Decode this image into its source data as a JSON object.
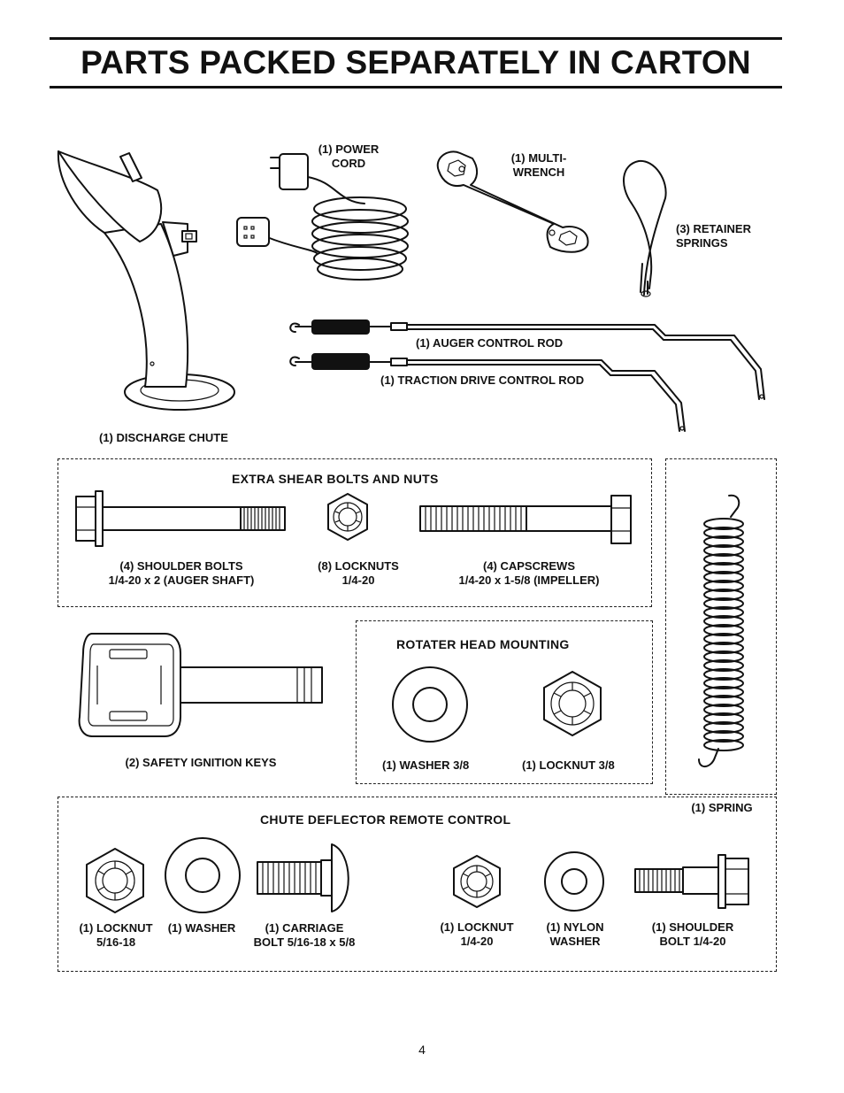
{
  "header": {
    "title": "PARTS PACKED SEPARATELY IN CARTON"
  },
  "parts": {
    "power_cord": [
      "(1) POWER",
      "CORD"
    ],
    "multi_wrench": [
      "(1) MULTI-",
      "WRENCH"
    ],
    "retainer_springs": [
      "(3) RETAINER",
      "SPRINGS"
    ],
    "auger_control_rod": "(1) AUGER CONTROL ROD",
    "traction_drive_control_rod": "(1) TRACTION DRIVE CONTROL ROD",
    "discharge_chute": "(1) DISCHARGE CHUTE",
    "safety_ignition_keys": "(2) SAFETY IGNITION KEYS",
    "spring": "(1) SPRING"
  },
  "extra_shear": {
    "title": "EXTRA SHEAR BOLTS AND NUTS",
    "shoulder_bolts": [
      "(4) SHOULDER BOLTS",
      "1/4-20 x 2 (AUGER SHAFT)"
    ],
    "locknuts": [
      "(8) LOCKNUTS",
      "1/4-20"
    ],
    "capscrews": [
      "(4) CAPSCREWS",
      "1/4-20 x 1-5/8 (IMPELLER)"
    ]
  },
  "rotater": {
    "title": "ROTATER HEAD MOUNTING",
    "washer": "(1) WASHER  3/8",
    "locknut": "(1) LOCKNUT  3/8"
  },
  "chute_deflector": {
    "title": "CHUTE DEFLECTOR REMOTE CONTROL",
    "locknut_5_16": [
      "(1) LOCKNUT",
      "5/16-18"
    ],
    "washer": [
      "(1) WASHER"
    ],
    "carriage_bolt": [
      "(1) CARRIAGE",
      "BOLT  5/16-18 x 5/8"
    ],
    "locknut_1_4": [
      "(1) LOCKNUT",
      "1/4-20"
    ],
    "nylon_washer": [
      "(1) NYLON",
      "WASHER"
    ],
    "shoulder_bolt": [
      "(1) SHOULDER",
      "BOLT  1/4-20"
    ]
  },
  "footer": {
    "page_number": "4"
  }
}
